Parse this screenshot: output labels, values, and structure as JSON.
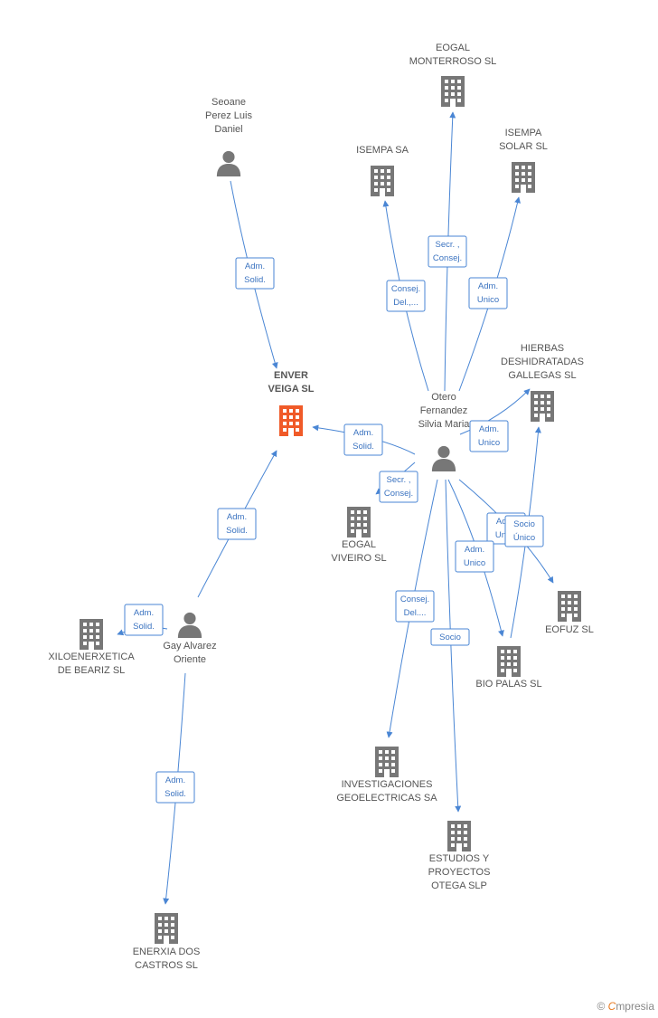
{
  "colors": {
    "edge": "#4a86d4",
    "node": "#777777",
    "focus": "#f05a28"
  },
  "nodes": [
    {
      "id": "enver",
      "type": "company",
      "focus": true,
      "label": [
        "ENVER",
        "VEIGA SL"
      ]
    },
    {
      "id": "seoane",
      "type": "person",
      "label": [
        "Seoane",
        "Perez Luis",
        "Daniel"
      ]
    },
    {
      "id": "otero",
      "type": "person",
      "label": [
        "Otero",
        "Fernandez",
        "Silvia Maria"
      ]
    },
    {
      "id": "gay",
      "type": "person",
      "label": [
        "Gay Alvarez",
        "Oriente"
      ]
    },
    {
      "id": "eogalm",
      "type": "company",
      "label": [
        "EOGAL",
        "MONTERROSO SL"
      ]
    },
    {
      "id": "isempa",
      "type": "company",
      "label": [
        "ISEMPA SA"
      ]
    },
    {
      "id": "isempas",
      "type": "company",
      "label": [
        "ISEMPA",
        "SOLAR SL"
      ]
    },
    {
      "id": "hierbas",
      "type": "company",
      "label": [
        "HIERBAS",
        "DESHIDRATADAS",
        "GALLEGAS  SL"
      ]
    },
    {
      "id": "eogalv",
      "type": "company",
      "label": [
        "EOGAL",
        "VIVEIRO SL"
      ]
    },
    {
      "id": "eofuz",
      "type": "company",
      "label": [
        "EOFUZ SL"
      ]
    },
    {
      "id": "biopalas",
      "type": "company",
      "label": [
        "BIO PALAS SL"
      ]
    },
    {
      "id": "xilo",
      "type": "company",
      "label": [
        "XILOENERXETICA",
        "DE BEARIZ SL"
      ]
    },
    {
      "id": "invest",
      "type": "company",
      "label": [
        "INVESTIGACIONES",
        "GEOELECTRICAS SA"
      ]
    },
    {
      "id": "estudios",
      "type": "company",
      "label": [
        "ESTUDIOS Y",
        "PROYECTOS",
        "OTEGA  SLP"
      ]
    },
    {
      "id": "enerxia",
      "type": "company",
      "label": [
        "ENERXIA DOS",
        "CASTROS SL"
      ]
    }
  ],
  "edges": [
    {
      "from": "seoane",
      "to": "enver",
      "label": [
        "Adm.",
        "Solid."
      ]
    },
    {
      "from": "otero",
      "to": "enver",
      "label": [
        "Adm.",
        "Solid."
      ]
    },
    {
      "from": "gay",
      "to": "enver",
      "label": [
        "Adm.",
        "Solid."
      ]
    },
    {
      "from": "otero",
      "to": "eogalm",
      "label": [
        "Secr. ,",
        "Consej."
      ]
    },
    {
      "from": "otero",
      "to": "isempa",
      "label": [
        "Consej.",
        "Del.,..."
      ]
    },
    {
      "from": "otero",
      "to": "isempas",
      "label": [
        "Adm.",
        "Unico"
      ]
    },
    {
      "from": "otero",
      "to": "hierbas",
      "label": [
        "Adm.",
        "Unico"
      ]
    },
    {
      "from": "otero",
      "to": "eogalv",
      "label": [
        "Secr. ,",
        "Consej."
      ]
    },
    {
      "from": "otero",
      "to": "eofuz",
      "label": [
        "Adm.",
        "Unico"
      ]
    },
    {
      "from": "otero",
      "to": "biopalas",
      "label": [
        "Adm.",
        "Unico"
      ]
    },
    {
      "from": "biopalas",
      "to": "hierbas",
      "label": [
        "Socio",
        "Único"
      ]
    },
    {
      "from": "otero",
      "to": "invest",
      "label": [
        "Consej.",
        "Del...."
      ]
    },
    {
      "from": "otero",
      "to": "estudios",
      "label": [
        "Socio"
      ]
    },
    {
      "from": "gay",
      "to": "xilo",
      "label": [
        "Adm.",
        "Solid."
      ]
    },
    {
      "from": "gay",
      "to": "enerxia",
      "label": [
        "Adm.",
        "Solid."
      ]
    }
  ],
  "footer": {
    "copyright": "©",
    "brand_initial": "C",
    "brand_rest": "mpresia"
  }
}
